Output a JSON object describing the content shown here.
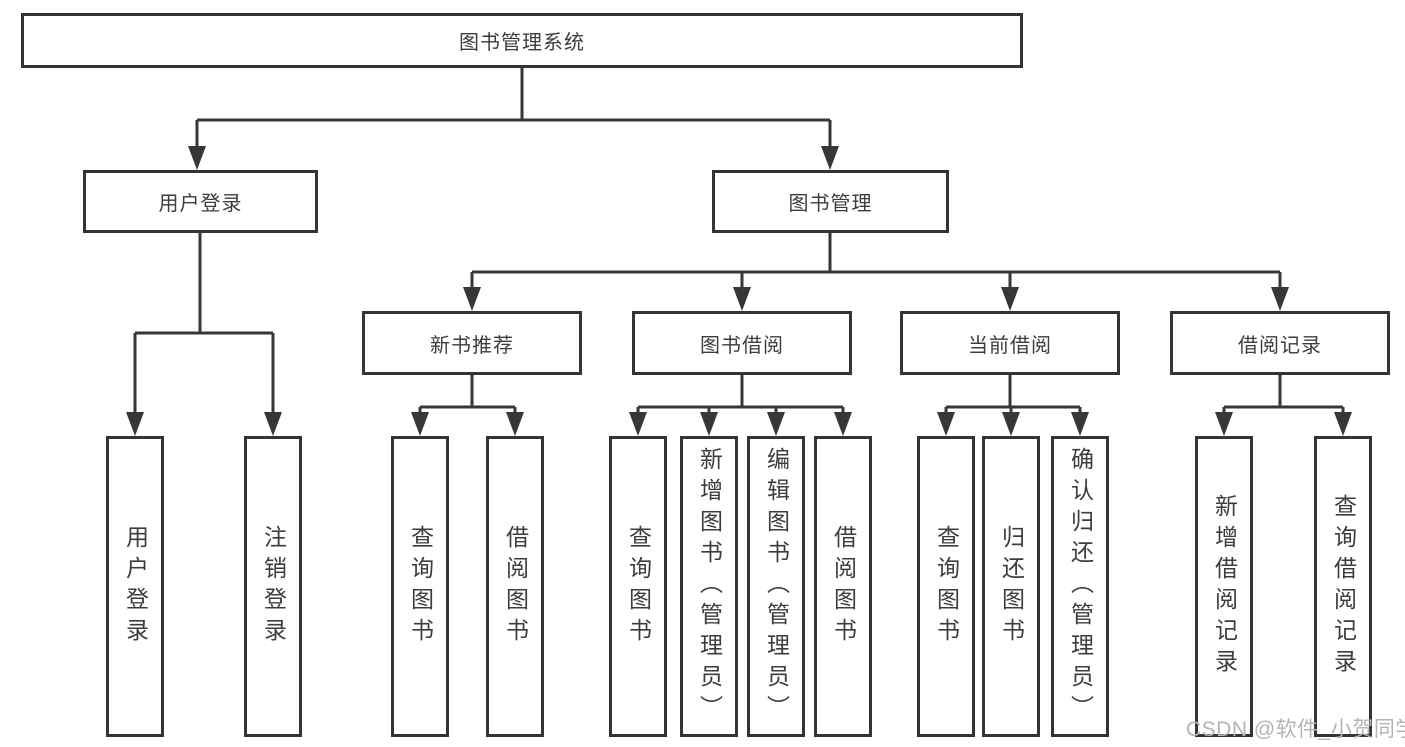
{
  "tree": {
    "root": {
      "label": "图书管理系统"
    },
    "branches": [
      {
        "label": "用户登录",
        "children": [
          {
            "label": "用户登录"
          },
          {
            "label": "注销登录"
          }
        ]
      },
      {
        "label": "图书管理",
        "children": [
          {
            "label": "新书推荐",
            "children": [
              {
                "label": "查询图书"
              },
              {
                "label": "借阅图书"
              }
            ]
          },
          {
            "label": "图书借阅",
            "children": [
              {
                "label": "查询图书"
              },
              {
                "label": "新增图书（管理员）"
              },
              {
                "label": "编辑图书（管理员）"
              },
              {
                "label": "借阅图书"
              }
            ]
          },
          {
            "label": "当前借阅",
            "children": [
              {
                "label": "查询图书"
              },
              {
                "label": "归还图书"
              },
              {
                "label": "确认归还（管理员）"
              }
            ]
          },
          {
            "label": "借阅记录",
            "children": [
              {
                "label": "新增借阅记录"
              },
              {
                "label": "查询借阅记录"
              }
            ]
          }
        ]
      }
    ]
  },
  "watermark": {
    "text": "CSDN @软件_小贺同学"
  },
  "colors": {
    "line": "#373737",
    "box_border": "#343434",
    "text": "#3d3d3d",
    "watermark": "#b4b4b4",
    "background": "#ffffff"
  }
}
